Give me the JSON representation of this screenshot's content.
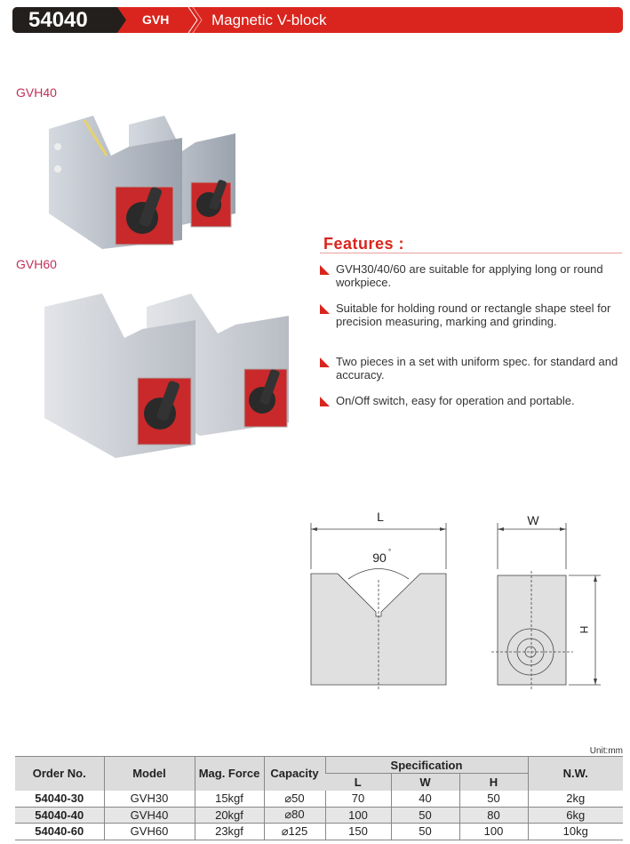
{
  "header": {
    "code": "54040",
    "series": "GVH",
    "title": "Magnetic V-block",
    "accent": "#d9251d"
  },
  "products": [
    {
      "label": "GVH40"
    },
    {
      "label": "GVH60"
    }
  ],
  "features": {
    "title": "Features :",
    "items": [
      "GVH30/40/60 are suitable for applying long or round workpiece.",
      "Suitable for holding round or rectangle shape steel for precision measuring, marking and grinding.",
      "Two pieces in a set with uniform spec. for standard and accuracy.",
      "On/Off switch, easy for operation and portable."
    ]
  },
  "drawing": {
    "length": "L",
    "angle": "90",
    "degree": "°",
    "width": "W",
    "height": "H"
  },
  "table": {
    "unit": "Unit:mm",
    "headers": {
      "order": "Order No.",
      "model": "Model",
      "force": "Mag. Force",
      "capacity": "Capacity",
      "spec": "Specification",
      "l": "L",
      "w": "W",
      "h": "H",
      "nw": "N.W."
    },
    "rows": [
      {
        "order": "54040-30",
        "model": "GVH30",
        "force": "15kgf",
        "capacity": "⌀50",
        "l": "70",
        "w": "40",
        "h": "50",
        "nw": "2kg"
      },
      {
        "order": "54040-40",
        "model": "GVH40",
        "force": "20kgf",
        "capacity": "⌀80",
        "l": "100",
        "w": "50",
        "h": "80",
        "nw": "6kg"
      },
      {
        "order": "54040-60",
        "model": "GVH60",
        "force": "23kgf",
        "capacity": "⌀125",
        "l": "150",
        "w": "50",
        "h": "100",
        "nw": "10kg"
      }
    ]
  }
}
